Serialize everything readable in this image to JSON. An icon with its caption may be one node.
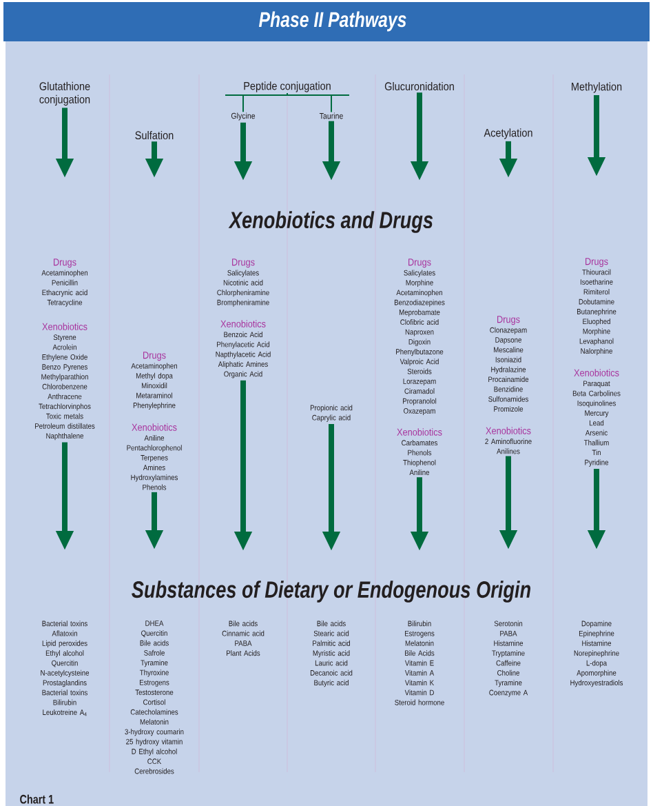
{
  "diagram": {
    "title": "Phase II Pathways",
    "caption": "Chart 1",
    "nodes": [
      {
        "text": [
          "Glutathione conjugation"
        ]
      },
      {
        "text": [
          "Sulfation"
        ]
      },
      {
        "text": [
          "Peptide conjugation"
        ]
      },
      {
        "text": [
          "Glycine"
        ]
      },
      {
        "text": [
          "Taurine"
        ]
      },
      {
        "text": [
          "Glucuronidation"
        ]
      },
      {
        "text": [
          "Acetylation"
        ]
      },
      {
        "text": [
          "Methylation"
        ]
      },
      {
        "text": [
          "Drugs",
          "Acetaminophen",
          "Penicillin",
          "Ethacrynic acid",
          "Tetracycline"
        ]
      },
      {
        "text": [
          "Xenobiotics",
          "Styrene",
          "Acrolein",
          "Ethylene Oxide",
          "Benzo Pyrenes",
          "Methylparathion",
          "Chlorobenzene",
          "Anthracene",
          "Tetrachlorvinphos",
          "Toxic metals",
          "Petroleum distillates",
          "Naphthalene"
        ]
      },
      {
        "text": [
          "Drugs",
          "Acetaminophen",
          "Methyl dopa",
          "Minoxidil",
          "Metaraminol",
          "Phenylephrine"
        ]
      },
      {
        "text": [
          "Xenobiotics",
          "Aniline",
          "Pentachlorophenol",
          "Terpenes",
          "Amines",
          "Hydroxylamines",
          "Phenols"
        ]
      },
      {
        "text": [
          "Drugs",
          "Salicylates",
          "Nicotinic acid",
          "Chlorpheniramine",
          "Brompheniramine"
        ]
      },
      {
        "text": [
          "Xenobiotics",
          "Benzoic Acid",
          "Phenylacetic Acid",
          "Napthylacetic Acid",
          "Aliphatic Amines",
          "Organic Acid"
        ]
      },
      {
        "text": [
          "Propionic acid",
          "Caprylic acid"
        ]
      },
      {
        "text": [
          "Drugs",
          "Salicylates",
          "Morphine",
          "Acetaminophen",
          "Benzodiazepines",
          "Meprobamate",
          "Clofibric acid",
          "Naproxen",
          "Digoxin",
          "Phenylbutazone",
          "Valproic Acid",
          "Steroids",
          "Lorazepam",
          "Ciramadol",
          "Propranolol",
          "Oxazepam"
        ]
      },
      {
        "text": [
          "Xenobiotics",
          "Carbamates",
          "Phenols",
          "Thiophenol",
          "Aniline"
        ]
      },
      {
        "text": [
          "Drugs",
          "Clonazepam",
          "Dapsone",
          "Mescaline",
          "Isoniazid",
          "Hydralazine",
          "Procainamide",
          "Benzidine",
          "Sulfonamides",
          "Promizole"
        ]
      },
      {
        "text": [
          "Xenobiotics",
          "2 Aminofluorine",
          "Anilines"
        ]
      },
      {
        "text": [
          "Drugs",
          "Thiouracil",
          "Isoetharine",
          "Rimiterol",
          "Dobutamine",
          "Butanephrine",
          "Eluophed",
          "Morphine",
          "Levaphanol",
          "Nalorphine"
        ]
      },
      {
        "text": [
          "Xenobiotics",
          "Paraquat",
          "Beta Carbolines",
          "Isoquinolines",
          "Mercury",
          "Lead",
          "Arsenic",
          "Thallium",
          "Tin",
          "Pyridine"
        ]
      },
      {
        "text": [
          "Bacterial toxins",
          "Aflatoxin",
          "Lipid peroxides",
          "Ethyl alcohol",
          "Quercitin",
          "N-acetylcysteine",
          "Prostaglandins",
          "Bacterial toxins",
          "Bilirubin",
          "Leukotreine A$_{4}$"
        ]
      },
      {
        "text": [
          "DHEA",
          "Quercitin",
          "Bile acids",
          "Safrole",
          "Tyramine",
          "Thyroxine",
          "Estrogens",
          "Testosterone",
          "Cortisol",
          "Catecholamines",
          "Melatonin",
          "3-hydroxy coumarin",
          "25 hydroxy vitamin D Ethyl alcohol",
          "CCK",
          "Cerebrosides"
        ]
      },
      {
        "text": [
          "Bile acids",
          "Cinnamic acid",
          "PABA",
          "Plant Acids"
        ]
      },
      {
        "text": [
          "Bile acids",
          "Stearic acid",
          "Palmitic acid",
          "Myristic acid",
          "Lauric acid",
          "Decanoic acid",
          "Butyric acid"
        ]
      },
      {
        "text": [
          "Bilirubin",
          "Estrogens",
          "Melatonin",
          "Bile Acids",
          "Vitamin E",
          "Vitamin A",
          "Vitamin K",
          "Vitamin D",
          "Steroid hormone"
        ]
      },
      {
        "text": [
          "Serotonin",
          "PABA",
          "Histamine",
          "Tryptamine",
          "Caffeine",
          "Choline",
          "Tyramine",
          "Coenzyme A"
        ]
      },
      {
        "text": [
          "Dopamine",
          "Epinephrine",
          "Histamine",
          "Norepinephrine",
          "L-dopa",
          "Apomorphine",
          "Hydroxyestradiols"
        ]
      }
    ],
    "edges": [
      {
        "from": 0,
        "to": null,
        "arrow": "to"
      },
      {
        "from": 1,
        "to": null,
        "arrow": "to"
      },
      {
        "from": 2,
        "to": 3,
        "arrow": "none"
      },
      {
        "from": 2,
        "to": 4,
        "arrow": "none"
      },
      {
        "from": 3,
        "to": null,
        "arrow": "to"
      },
      {
        "from": 4,
        "to": null,
        "arrow": "to"
      },
      {
        "from": 5,
        "to": null,
        "arrow": "to"
      },
      {
        "from": 6,
        "to": null,
        "arrow": "to"
      },
      {
        "from": 7,
        "to": null,
        "arrow": "to"
      },
      {
        "from": 9,
        "to": null,
        "arrow": "to"
      },
      {
        "from": 11,
        "to": null,
        "arrow": "to"
      },
      {
        "from": 13,
        "to": null,
        "arrow": "to"
      },
      {
        "from": 14,
        "to": null,
        "arrow": "to"
      },
      {
        "from": 16,
        "to": null,
        "arrow": "to"
      },
      {
        "from": 18,
        "to": null,
        "arrow": "to"
      },
      {
        "from": 20,
        "to": null,
        "arrow": "to"
      }
    ],
    "labels": [
      "Xenobiotics and Drugs",
      "Substances of Dietary or Endogenous Origin"
    ]
  }
}
